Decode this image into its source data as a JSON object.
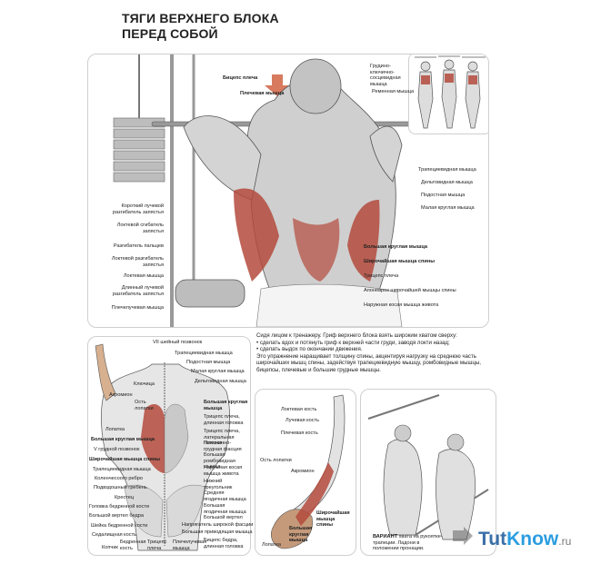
{
  "title": {
    "line1": "ТЯГИ ВЕРХНЕГО БЛОКА",
    "line2": "ПЕРЕД СОБОЙ"
  },
  "main_labels": {
    "top_arrow": [
      "Бицепс плеча",
      "Плечевая мышца"
    ],
    "top_right": [
      "Грудино-ключично-сосцевидная мышца",
      "Ременная мышца"
    ],
    "right": [
      {
        "text": "Трапециевидная мышца",
        "bold": false
      },
      {
        "text": "Дельтовидная мышца",
        "bold": false
      },
      {
        "text": "Подостная мышца",
        "bold": false
      },
      {
        "text": "Малая круглая мышца",
        "bold": false
      },
      {
        "text": "Большая круглая мышца",
        "bold": true
      },
      {
        "text": "Широчайшая мышца спины",
        "bold": true
      },
      {
        "text": "Трицепс плеча",
        "bold": false
      },
      {
        "text": "Апоневроз широчайшей мышцы спины",
        "bold": false
      },
      {
        "text": "Наружная косая мышца живота",
        "bold": false
      }
    ],
    "left": [
      "Короткий лучевой разгибатель запястья",
      "Локтевой сгибатель запястья",
      "Разгибатель пальцев",
      "Локтевой разгибатель запястья",
      "Локтевая мышца",
      "Длинный лучевой разгибатель запястья",
      "Плечелучевая мышца"
    ]
  },
  "description": {
    "p1": "Сидя лицом к тренажеру. Гриф верхнего блока взять широким хватом сверху:",
    "bullets": [
      "сделать вдох и потянуть гриф к верхней части груди, заводя локти назад;",
      "сделать выдох по окончании движения."
    ],
    "p2": "Это упражнение наращивает толщину спины, акцентируя нагрузку на среднюю часть широчайших мышц спины, задействуя трапециевидную мышцу, ромбовидные мышцы, бицепсы, плечевые и большие грудные мышцы."
  },
  "back_labels": {
    "top": [
      "VII шейный позвонок",
      "Трапециевидная мышца",
      "Подостная мышца",
      "Малая круглая мышца",
      "Дельтовидная мышца"
    ],
    "left_upper": [
      "Ключица",
      "Акромион",
      "Ость лопатки"
    ],
    "left_lower": [
      {
        "text": "Лопатка",
        "bold": false
      },
      {
        "text": "Большая круглая мышца",
        "bold": true
      },
      {
        "text": "V грудной позвонок",
        "bold": false
      },
      {
        "text": "Широчайшая мышца спины",
        "bold": true
      },
      {
        "text": "Трапециевидная мышца",
        "bold": false
      },
      {
        "text": "Коленчесоого ребро",
        "bold": false
      },
      {
        "text": "Подвздошный гребень",
        "bold": false
      },
      {
        "text": "Крестец",
        "bold": false
      },
      {
        "text": "Головка бедренной кости",
        "bold": false
      },
      {
        "text": "Большой вертел бедра",
        "bold": false
      },
      {
        "text": "Шейка бедренной кости",
        "bold": false
      },
      {
        "text": "Седалищная кость",
        "bold": false
      }
    ],
    "bottom": [
      "Копчик",
      "Бедренная кость",
      "Трицепс плеча",
      "Плечелучевая мышца"
    ],
    "right": [
      {
        "text": "Большая круглая мышца",
        "bold": true
      },
      {
        "text": "Трицепс плеча, длинная головка",
        "bold": false
      },
      {
        "text": "Трицепс плеча, латеральная головка",
        "bold": false
      },
      {
        "text": "Пояснично-грудная фасция",
        "bold": false
      },
      {
        "text": "Большая ромбовидная мышца",
        "bold": false
      },
      {
        "text": "Наружная косая мышца живота",
        "bold": false
      },
      {
        "text": "Нижний треугольник",
        "bold": false
      },
      {
        "text": "Средняя ягодичная мышца",
        "bold": false
      },
      {
        "text": "Большая ягодичная мышца",
        "bold": false
      },
      {
        "text": "Большой вертел",
        "bold": false
      },
      {
        "text": "Напрягатель широкой фасции",
        "bold": false
      },
      {
        "text": "Большая приводящая мышца",
        "bold": false
      },
      {
        "text": "Бицепс бедра, длинная головка",
        "bold": false
      }
    ]
  },
  "shoulder_labels": {
    "items": [
      {
        "text": "Локтевая кость",
        "bold": false
      },
      {
        "text": "Лучевая кость",
        "bold": false
      },
      {
        "text": "Плечевая кость",
        "bold": false
      },
      {
        "text": "Ость лопатки",
        "bold": false
      },
      {
        "text": "Акромион",
        "bold": false
      },
      {
        "text": "Широчайшая мышца спины",
        "bold": true
      },
      {
        "text": "Большая круглая мышца",
        "bold": true
      },
      {
        "text": "Лопатка",
        "bold": false
      }
    ]
  },
  "variant": {
    "label": "ВАРИАНТ",
    "text": "хвата на рукоятке-трапеции. Ладони в положении пронации."
  },
  "watermark": {
    "part1": "Tut",
    "part2": "Know",
    "suffix": ".ru"
  },
  "colors": {
    "muscle_red": "#b44a3c",
    "line": "#555555",
    "border": "#cfcfcf",
    "brand_blue": "#2c9de0"
  }
}
